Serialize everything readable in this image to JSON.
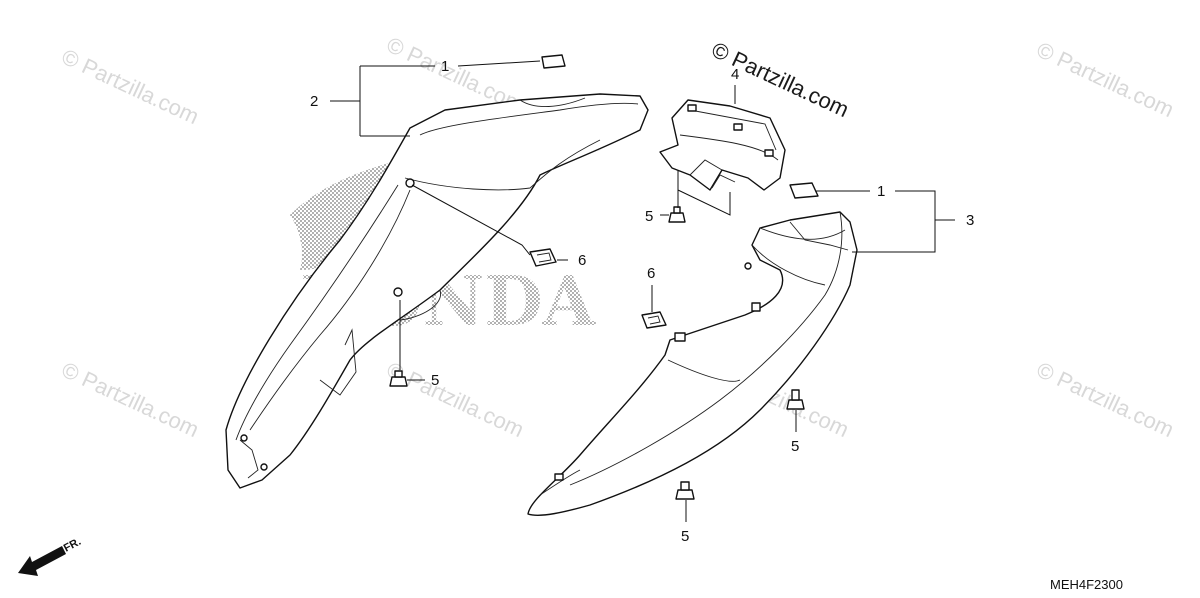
{
  "watermarks": {
    "main": "© Partzilla.com",
    "faint": "© Partzilla.com"
  },
  "brand_background": "HONDA",
  "callouts": {
    "c1_left": "1",
    "c2": "2",
    "c1_right": "1",
    "c3": "3",
    "c4": "4",
    "c5_a": "5",
    "c5_b": "5",
    "c5_c": "5",
    "c5_d": "5",
    "c6_a": "6",
    "c6_b": "6"
  },
  "direction_label": "FR.",
  "diagram_code": "MEH4F2300",
  "colors": {
    "line": "#111111",
    "watermark": "#d8d8d8",
    "background": "#ffffff"
  },
  "icons": {
    "direction": "front-direction-arrow-icon",
    "bolt": "bolt-icon",
    "clip": "clip-nut-icon",
    "emblem": "emblem-plate-icon"
  }
}
